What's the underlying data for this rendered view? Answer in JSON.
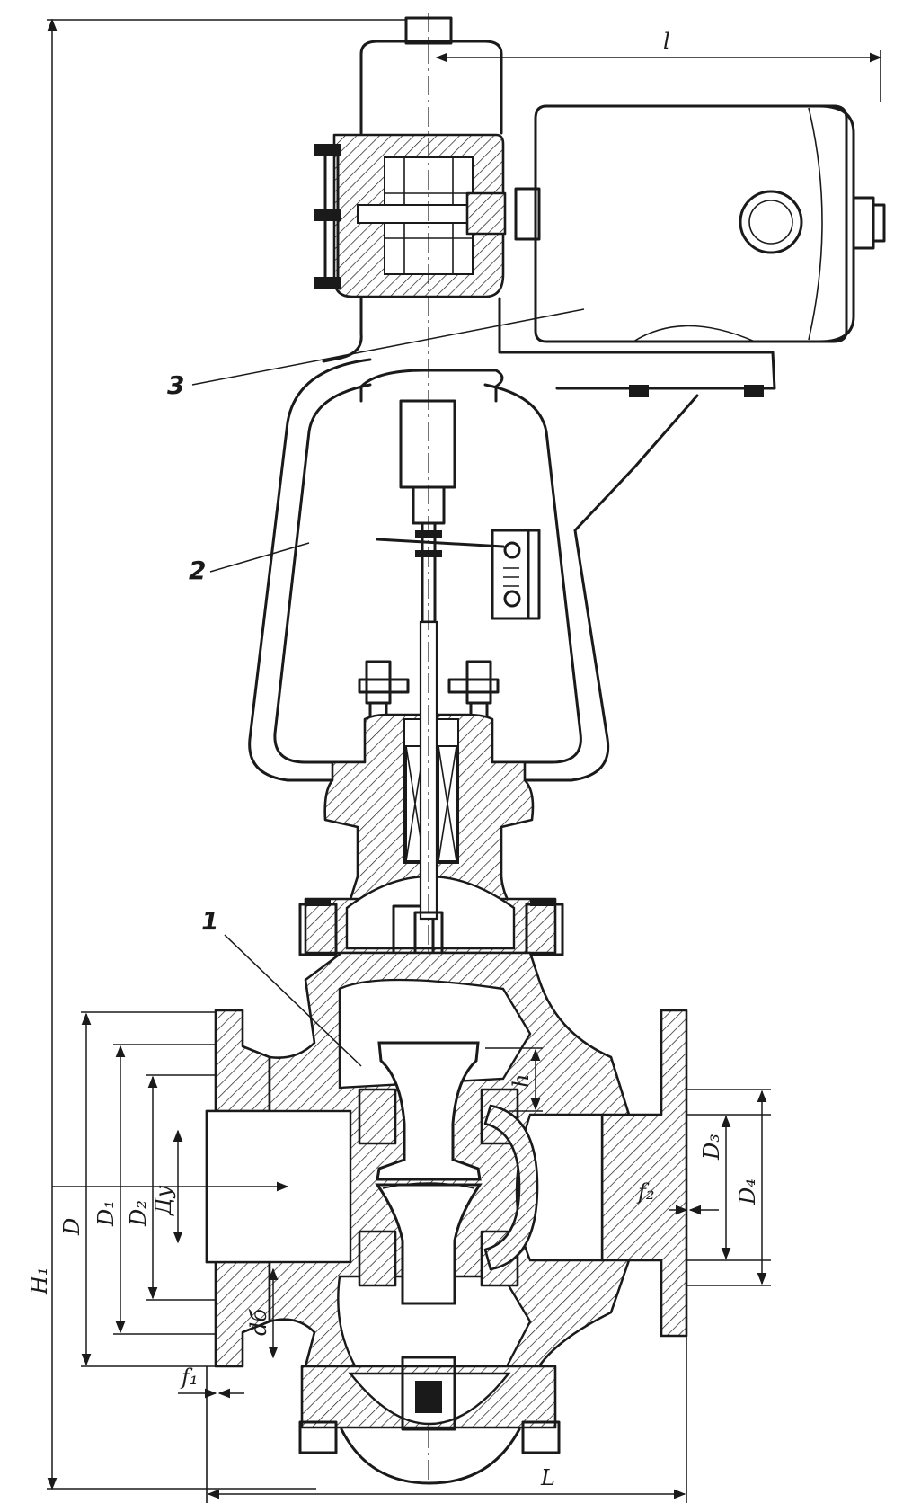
{
  "drawing": {
    "leaders": [
      {
        "id": "part-1",
        "number": "1"
      },
      {
        "id": "part-2",
        "number": "2"
      },
      {
        "id": "part-3",
        "number": "3"
      }
    ],
    "dimensions": {
      "l_top": "l",
      "L_bottom": "L",
      "H1": "Н₁",
      "D": "D",
      "D1": "D₁",
      "D2": "D₂",
      "Dy": "Дy",
      "d6": "dб",
      "f1": "f₁",
      "f2": "f₂",
      "D3": "D₃",
      "D4": "D₄",
      "h": "h"
    }
  }
}
